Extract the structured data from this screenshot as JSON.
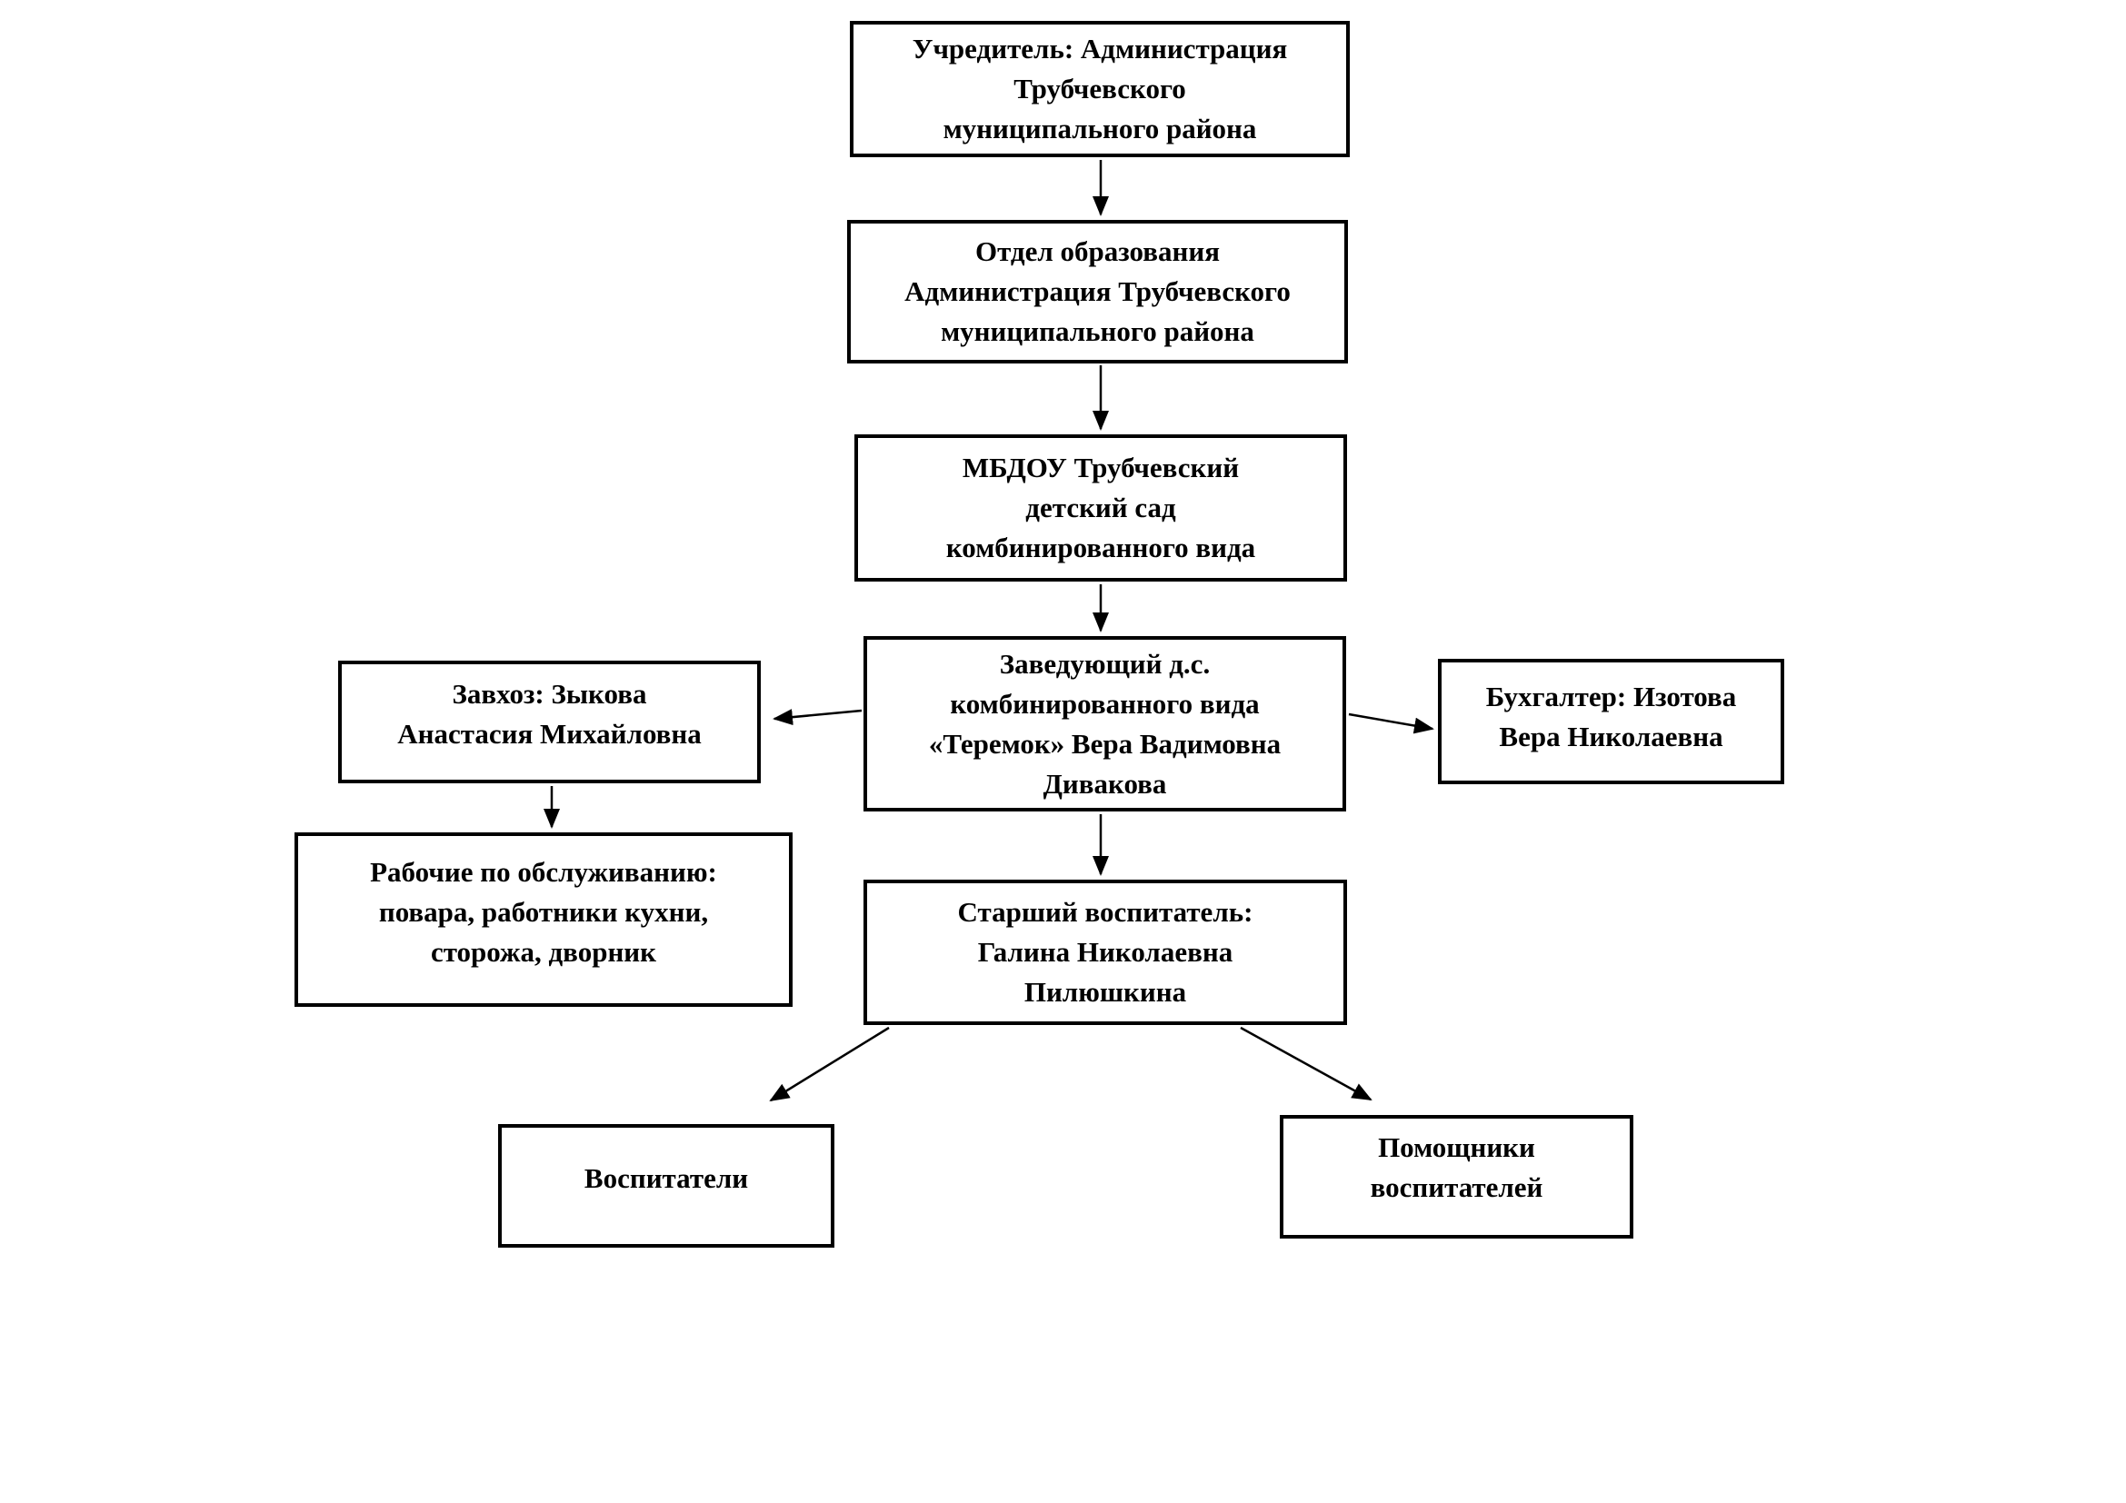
{
  "colors": {
    "background": "#ffffff",
    "box_border": "#000000",
    "text": "#000000",
    "arrow": "#000000"
  },
  "diagram": {
    "type": "org-chart",
    "nodes": [
      {
        "id": "founder",
        "text": "Учредитель: Администрация\nТрубчевского\nмуниципального района"
      },
      {
        "id": "education-department",
        "text": "Отдел образования\nАдминистрация Трубчевского\nмуниципального района"
      },
      {
        "id": "kindergarten",
        "text": "МБДОУ Трубчевский\nдетский сад\nкомбинированного вида"
      },
      {
        "id": "head",
        "text": "Заведующий д.с.\nкомбинированного вида\n«Теремок» Вера Вадимовна\nДивакова"
      },
      {
        "id": "supply-manager",
        "text": "Завхоз: Зыкова\nАнастасия Михайловна"
      },
      {
        "id": "accountant",
        "text": "Бухгалтер: Изотова\nВера Николаевна"
      },
      {
        "id": "service-workers",
        "text": "Рабочие по обслуживанию:\nповара, работники кухни,\nсторожа, дворник"
      },
      {
        "id": "senior-educator",
        "text": "Старший воспитатель:\nГалина Николаевна\nПилюшкина"
      },
      {
        "id": "educators",
        "text": "Воспитатели"
      },
      {
        "id": "assistant-educators",
        "text": "Помощники воспитателей"
      }
    ],
    "edges": [
      {
        "from": "founder",
        "to": "education-department"
      },
      {
        "from": "education-department",
        "to": "kindergarten"
      },
      {
        "from": "kindergarten",
        "to": "head"
      },
      {
        "from": "head",
        "to": "supply-manager"
      },
      {
        "from": "head",
        "to": "accountant"
      },
      {
        "from": "head",
        "to": "senior-educator"
      },
      {
        "from": "supply-manager",
        "to": "service-workers"
      },
      {
        "from": "senior-educator",
        "to": "educators"
      },
      {
        "from": "senior-educator",
        "to": "assistant-educators"
      }
    ]
  }
}
